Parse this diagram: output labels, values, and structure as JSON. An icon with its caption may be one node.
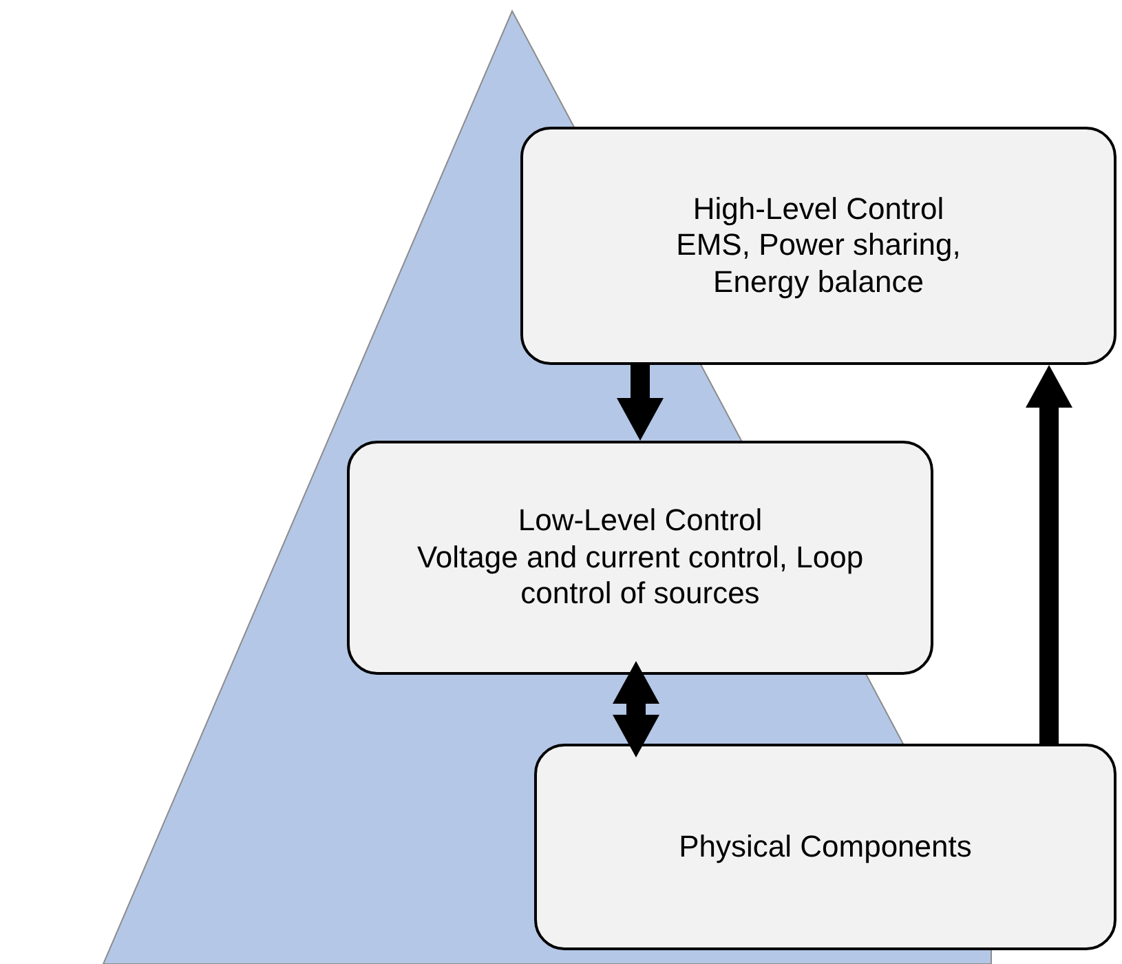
{
  "diagram": {
    "nodes": [
      {
        "text": [
          "High-Level Control",
          "EMS, Power sharing, Energy balance"
        ]
      },
      {
        "text": [
          "Low-Level Control",
          "Voltage and current control, Loop control of sources"
        ]
      },
      {
        "text": [
          "Physical Components"
        ]
      }
    ],
    "edges": [
      {
        "from": 0,
        "to": 1,
        "arrow": "to"
      },
      {
        "from": 1,
        "to": 2,
        "arrow": "both"
      },
      {
        "from": 2,
        "to": 0,
        "arrow": "to"
      }
    ]
  }
}
